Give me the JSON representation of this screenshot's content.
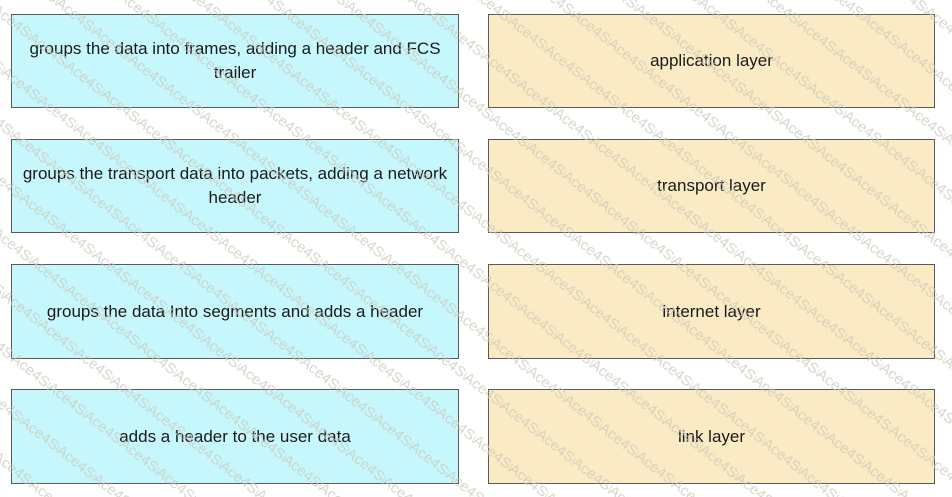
{
  "descriptions": [
    {
      "text": "groups the data into frames, adding a header and FCS trailer"
    },
    {
      "text": "groups the transport data into packets, adding a network header"
    },
    {
      "text": "groups the data Into segments and adds a header"
    },
    {
      "text": "adds a header to the user data"
    }
  ],
  "layers": [
    {
      "text": "application layer"
    },
    {
      "text": "transport layer"
    },
    {
      "text": "internet layer"
    },
    {
      "text": "link layer"
    }
  ],
  "watermark": {
    "text": "Ace4Sure",
    "color": "#c8c8b8"
  },
  "colors": {
    "description_fill": "#c6f7fd",
    "layer_fill": "#fbebc4",
    "border": "#5a5a5a"
  }
}
